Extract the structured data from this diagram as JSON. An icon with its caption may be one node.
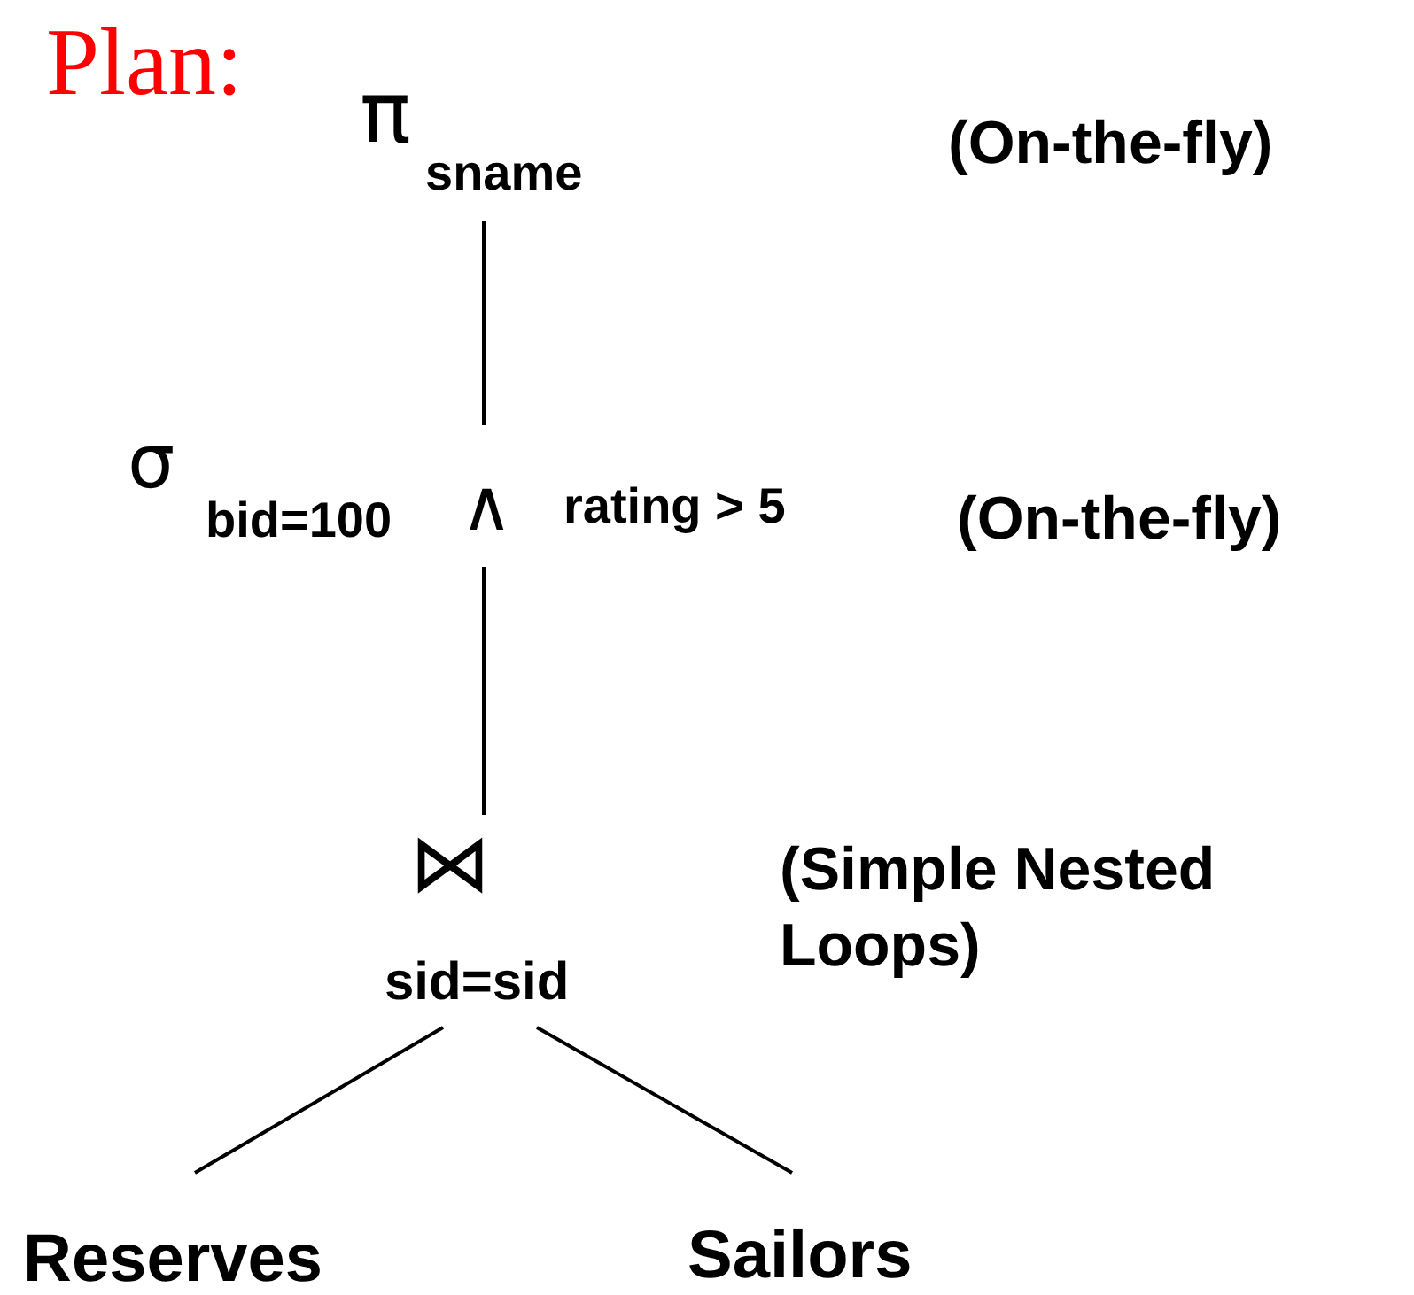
{
  "diagram": {
    "title": "Plan:",
    "nodes": [
      {
        "text": [
          "π",
          "sname"
        ]
      },
      {
        "text": [
          "σ",
          "bid=100",
          "∧",
          "rating > 5"
        ]
      },
      {
        "text": [
          "⋈",
          "sid=sid"
        ]
      },
      {
        "text": [
          "Reserves"
        ]
      },
      {
        "text": [
          "Sailors"
        ]
      }
    ],
    "edges": [
      {
        "from": 0,
        "to": 1,
        "arrow": "none"
      },
      {
        "from": 1,
        "to": 2,
        "arrow": "none"
      },
      {
        "from": 2,
        "to": 3,
        "arrow": "none"
      },
      {
        "from": 2,
        "to": 4,
        "arrow": "none"
      }
    ],
    "labels": [
      "(On-the-fly)",
      "(On-the-fly)",
      "(Simple Nested Loops)"
    ]
  }
}
